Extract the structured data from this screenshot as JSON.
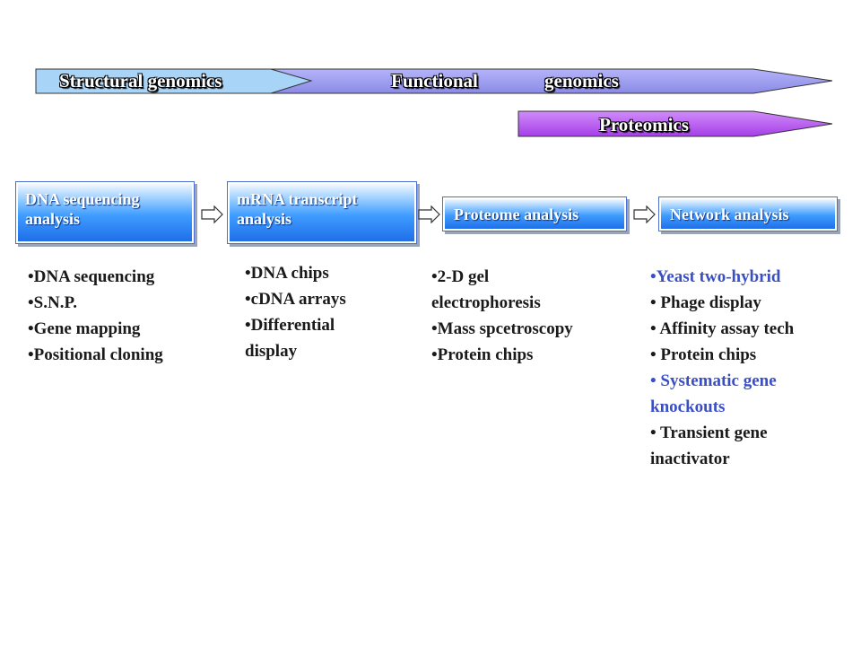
{
  "banners": {
    "structural": "Structural genomics",
    "functional_a": "Functional",
    "functional_b": "genomics",
    "proteomics": "Proteomics"
  },
  "boxes": [
    {
      "line1": "DNA sequencing",
      "line2": "analysis"
    },
    {
      "line1": "mRNA transcript",
      "line2": "analysis"
    },
    {
      "line1": "Proteome analysis"
    },
    {
      "line1": "Network analysis"
    }
  ],
  "lists": [
    [
      "•DNA sequencing",
      "•S.N.P.",
      "•Gene mapping",
      "•Positional cloning"
    ],
    [
      "•DNA chips",
      "•cDNA arrays",
      "•Differential",
      "display"
    ],
    [
      "•2-D gel",
      "electrophoresis",
      "•Mass spcetroscopy",
      "•Protein chips"
    ],
    [
      "•Yeast two-hybrid",
      "• Phage display",
      "• Affinity assay tech",
      "• Protein chips",
      "• Systematic gene",
      "knockouts",
      "• Transient gene",
      "inactivator"
    ]
  ],
  "colors": {
    "structural_fill": "#a8d4f8",
    "functional_fill": "#9d9df0",
    "proteomics_fill": "#b24cf0",
    "highlight_text": "#3b4fc4"
  }
}
